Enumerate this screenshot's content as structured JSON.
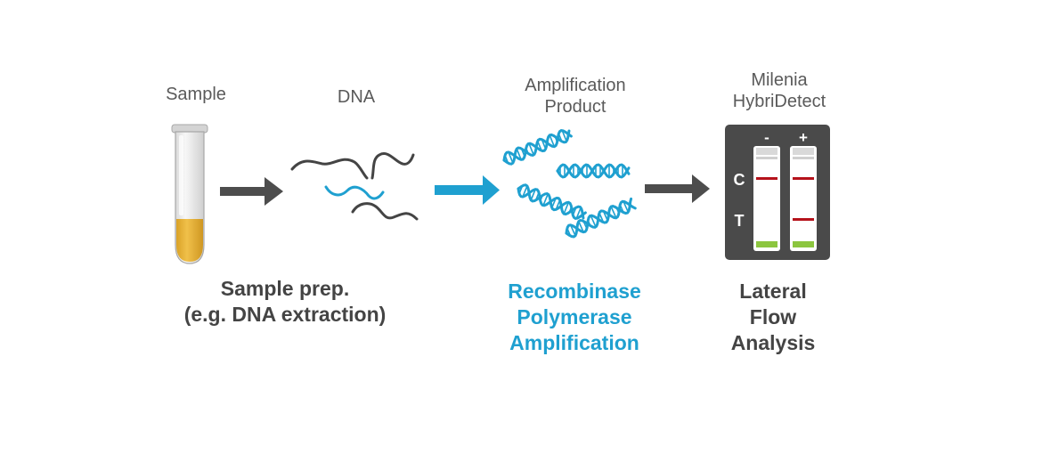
{
  "labels": {
    "sample": "Sample",
    "dna": "DNA",
    "amplification_product_line1": "Amplification",
    "amplification_product_line2": "Product",
    "device_line1": "Milenia",
    "device_line2": "HybriDetect"
  },
  "steps": {
    "sample_prep_line1": "Sample prep.",
    "sample_prep_line2": "(e.g. DNA extraction)",
    "rpa_line1": "Recombinase",
    "rpa_line2": "Polymerase",
    "rpa_line3": "Amplification",
    "lfa_line1": "Lateral",
    "lfa_line2": "Flow",
    "lfa_line3": "Analysis"
  },
  "strip": {
    "minus": "-",
    "plus": "+",
    "control": "C",
    "test": "T"
  },
  "colors": {
    "text_gray": "#5a5a5a",
    "dark_gray": "#444444",
    "arrow_gray": "#4d4d4d",
    "accent_blue": "#1fa0d0",
    "sample_yellow": "#e7b43a",
    "device_gray": "#4a4a4a",
    "line_red": "#b5121b",
    "pad_green": "#8cc63f"
  }
}
